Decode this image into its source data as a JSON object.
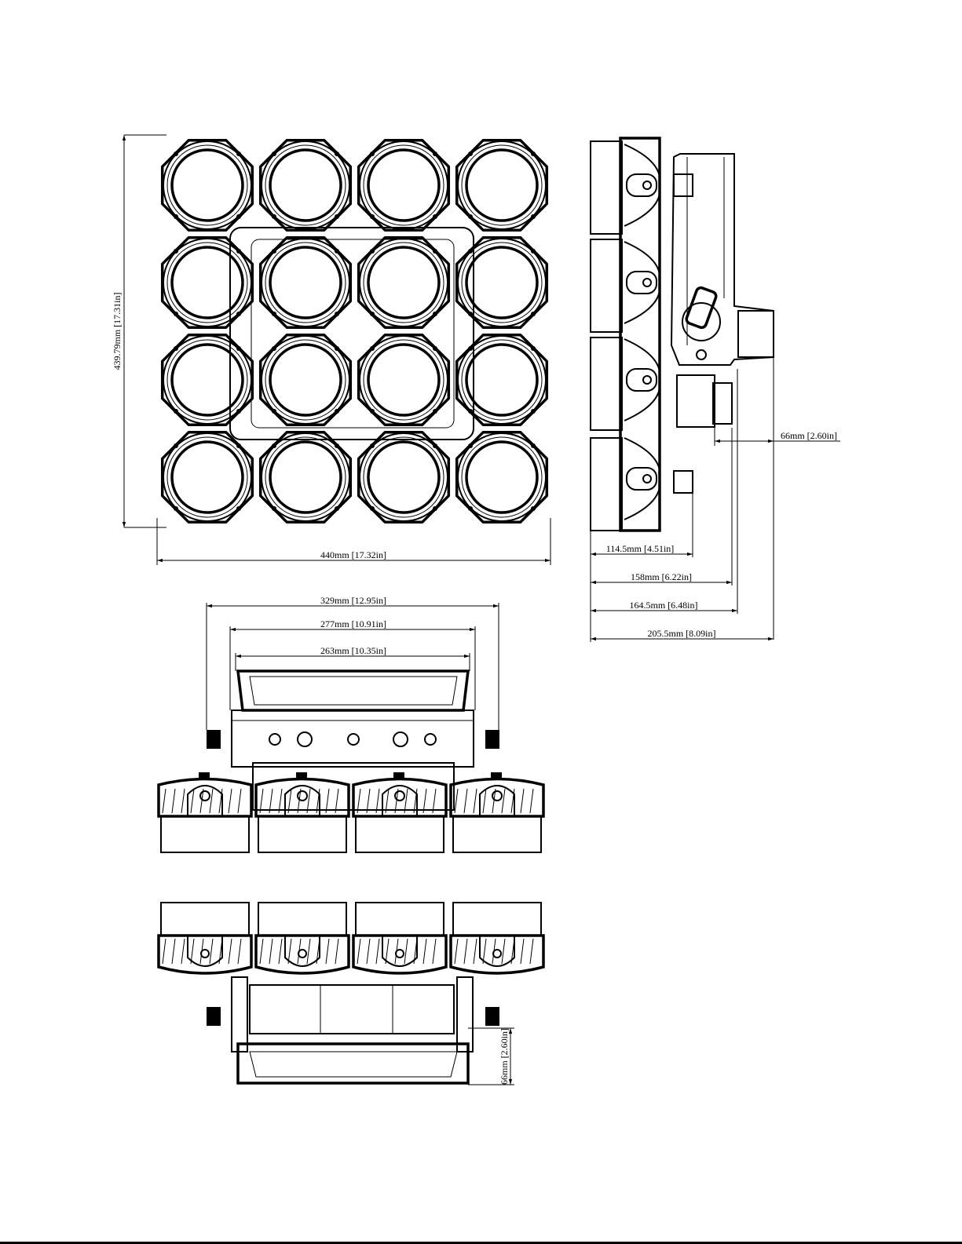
{
  "front_view": {
    "height_label": "439.79mm [17.31in]",
    "width_label": "440mm [17.32in]",
    "lens_rows": 4,
    "lens_cols": 4
  },
  "side_view": {
    "connector_label": "66mm [2.60in]",
    "depths": [
      {
        "label": "114.5mm [4.51in]"
      },
      {
        "label": "158mm [6.22in]"
      },
      {
        "label": "164.5mm [6.48in]"
      },
      {
        "label": "205.5mm [8.09in]"
      }
    ]
  },
  "top_view": {
    "widths": [
      {
        "label": "329mm [12.95in]"
      },
      {
        "label": "277mm [10.91in]"
      },
      {
        "label": "263mm [10.35in]"
      }
    ]
  },
  "bottom_view": {
    "depth_label": "66mm [2.60in]"
  }
}
